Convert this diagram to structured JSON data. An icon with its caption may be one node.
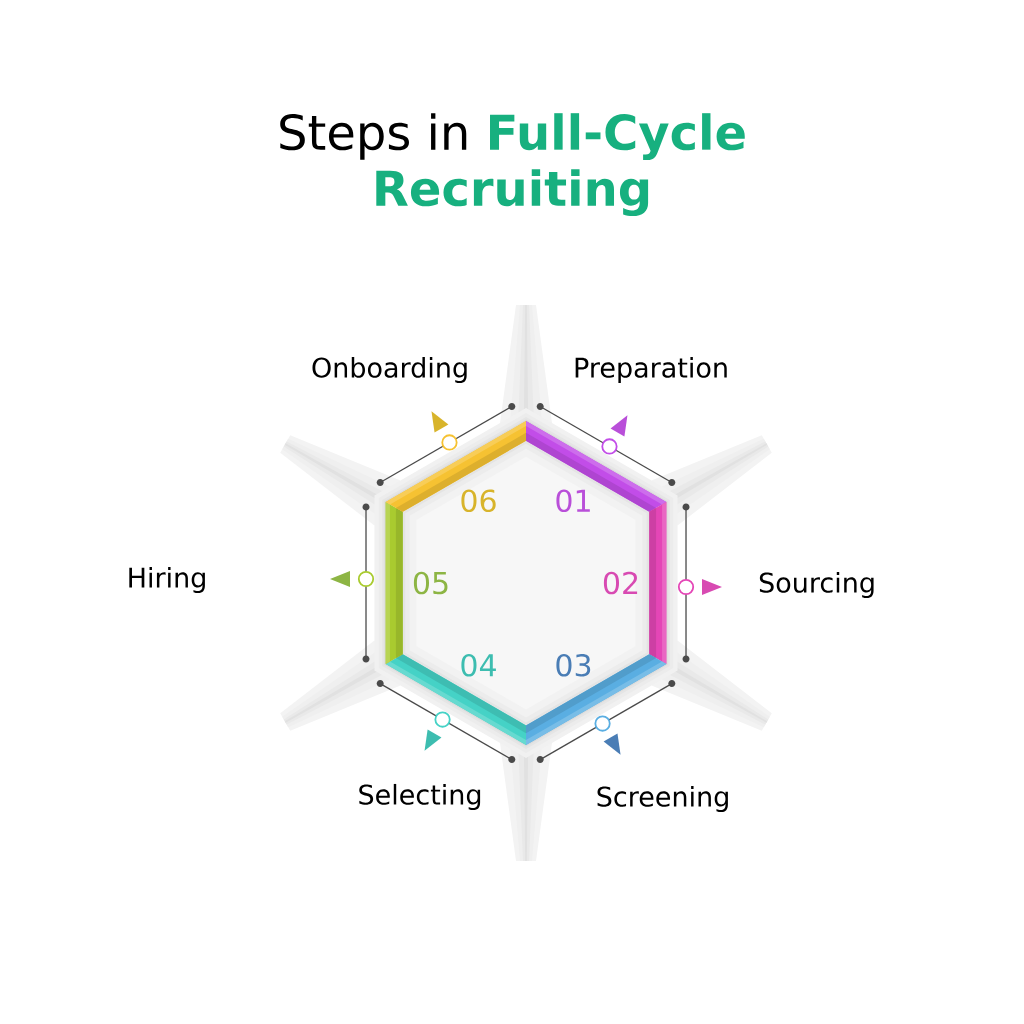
{
  "diagram": {
    "title": "Steps in **Full-Cycle Recruiting**",
    "nodes": [
      {
        "text": [],
        "shape": "hexagon"
      },
      {
        "text": [
          "01"
        ],
        "beside": [
          "Preparation"
        ],
        "in": 0
      },
      {
        "text": [
          "02"
        ],
        "in": 0
      },
      {
        "text": [
          "03"
        ],
        "in": 0
      },
      {
        "text": [
          "04"
        ],
        "beside": [
          "Selecting"
        ],
        "in": 0
      },
      {
        "text": [
          "05"
        ],
        "in": 0
      },
      {
        "text": [
          "06"
        ],
        "beside": [
          "Onboarding"
        ],
        "in": 0
      }
    ],
    "labels": [
      "Hiring",
      "Sourcing",
      "Screening"
    ]
  }
}
